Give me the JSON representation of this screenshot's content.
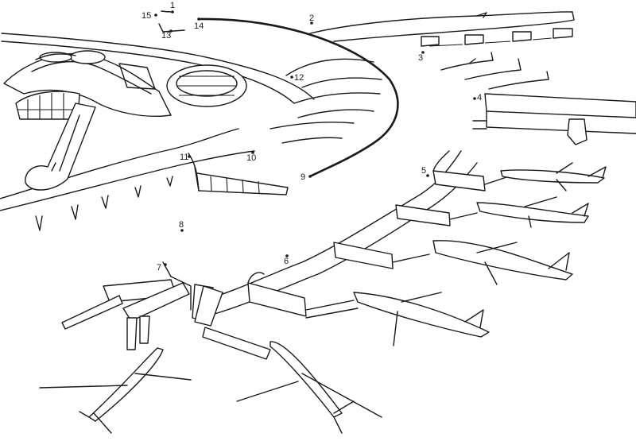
{
  "colors": {
    "ink": "#1a1a1a",
    "paper": "#ffffff"
  },
  "dots": [
    {
      "label": "1"
    },
    {
      "label": "2"
    },
    {
      "label": "3"
    },
    {
      "label": "4"
    },
    {
      "label": "5"
    },
    {
      "label": "6"
    },
    {
      "label": "7"
    },
    {
      "label": "8"
    },
    {
      "label": "9"
    },
    {
      "label": "10"
    },
    {
      "label": "11"
    },
    {
      "label": "12"
    },
    {
      "label": "13"
    },
    {
      "label": "14"
    },
    {
      "label": "15"
    }
  ]
}
